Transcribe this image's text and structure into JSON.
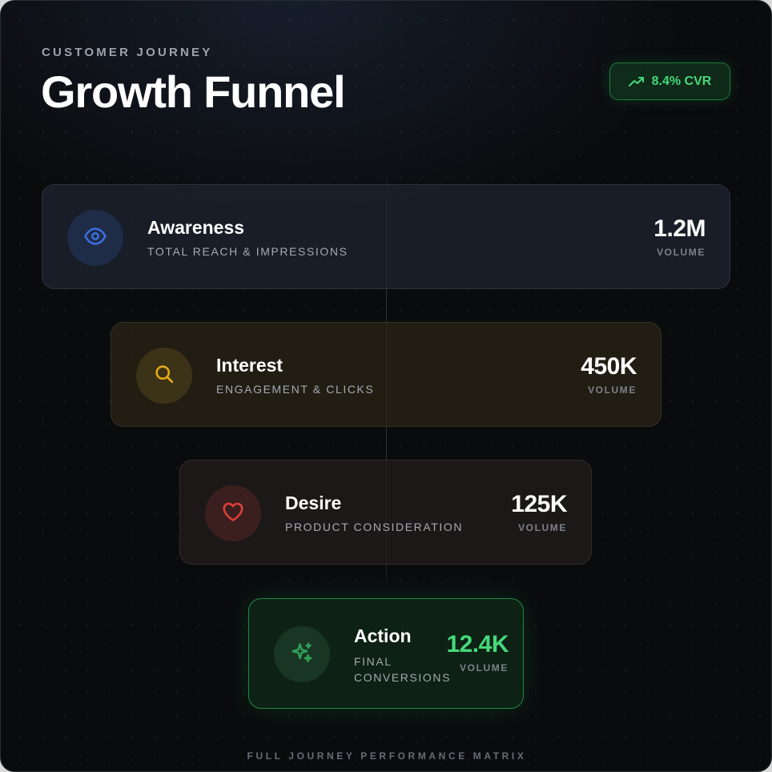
{
  "header": {
    "eyebrow": "CUSTOMER JOURNEY",
    "title": "Growth Funnel",
    "badge": {
      "icon": "trending-up-icon",
      "label": "8.4% CVR",
      "color": "#45d97b"
    }
  },
  "stages": [
    {
      "name": "Awareness",
      "subtitle": "TOTAL REACH & IMPRESSIONS",
      "value": "1.2M",
      "value_label": "VOLUME",
      "icon": "eye-icon",
      "accent": "#3b6fe0"
    },
    {
      "name": "Interest",
      "subtitle": "ENGAGEMENT & CLICKS",
      "value": "450K",
      "value_label": "VOLUME",
      "icon": "search-icon",
      "accent": "#e6a91a"
    },
    {
      "name": "Desire",
      "subtitle": "PRODUCT CONSIDERATION",
      "value": "125K",
      "value_label": "VOLUME",
      "icon": "heart-icon",
      "accent": "#e0403a"
    },
    {
      "name": "Action",
      "subtitle": "FINAL CONVERSIONS",
      "value": "12.4K",
      "value_label": "VOLUME",
      "icon": "sparkles-icon",
      "accent": "#45d97b"
    }
  ],
  "footer": "FULL JOURNEY PERFORMANCE MATRIX"
}
